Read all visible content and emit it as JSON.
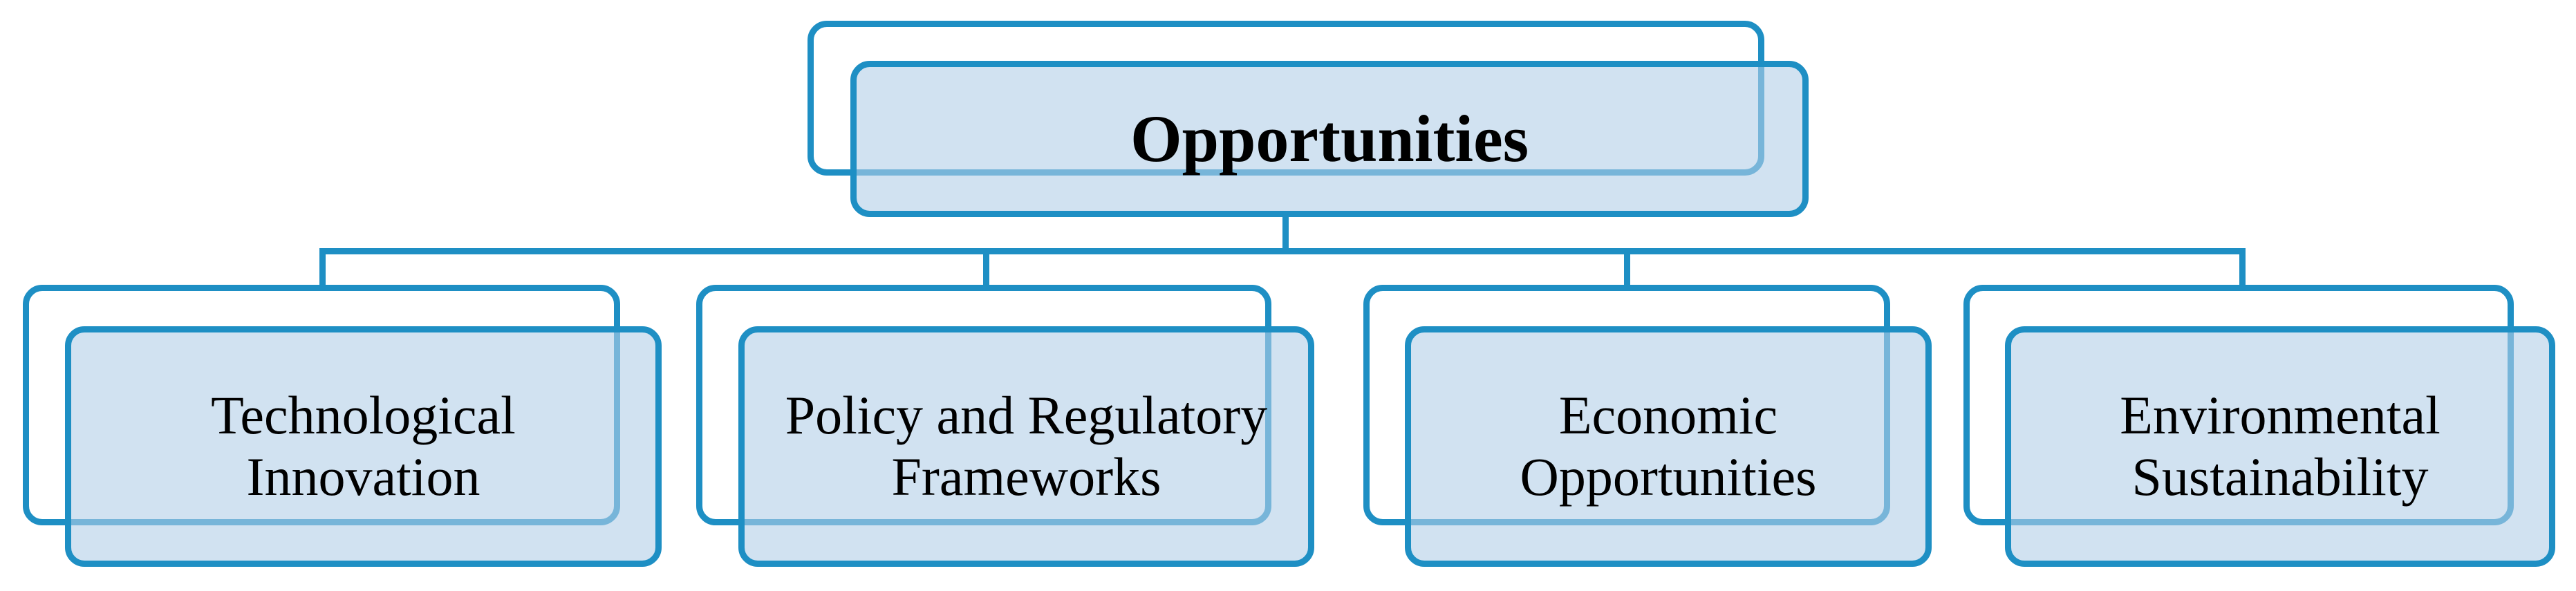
{
  "diagram": {
    "root": {
      "label": "Opportunities"
    },
    "children": [
      {
        "label": "Technological\nInnovation"
      },
      {
        "label": "Policy and Regulatory\nFrameworks"
      },
      {
        "label": "Economic\nOpportunities"
      },
      {
        "label": "Environmental\nSustainability"
      }
    ]
  },
  "colors": {
    "border": "#1e8fc4",
    "fill": "#b2cee8",
    "text": "#000000"
  }
}
